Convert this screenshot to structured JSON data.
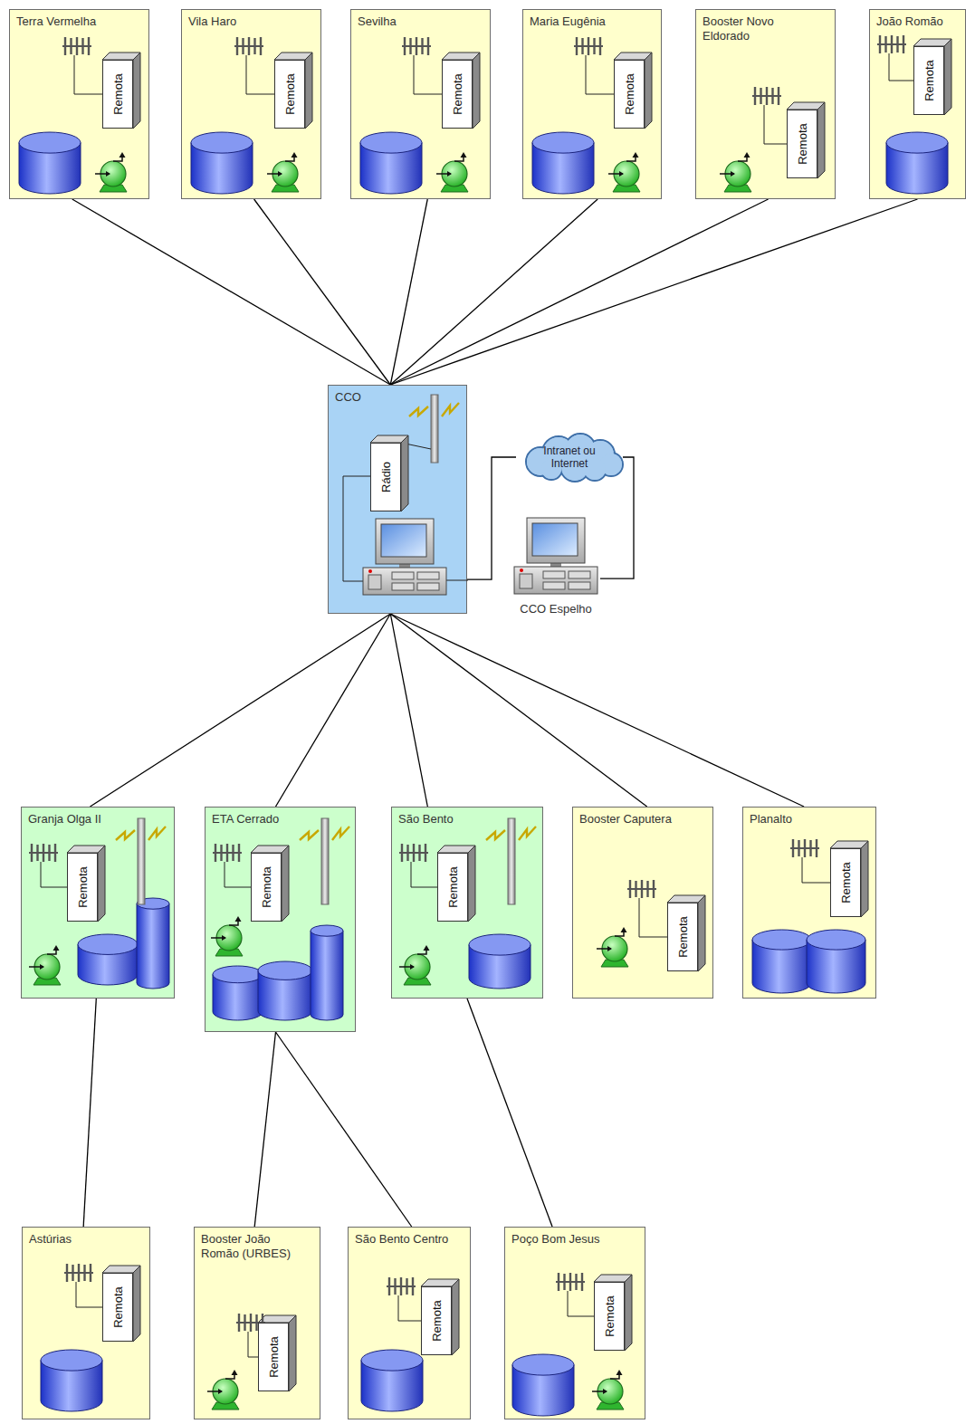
{
  "diagram": {
    "nodes": [
      {
        "text": [
          "Terra Vermelha"
        ]
      },
      {
        "text": [
          "Remota"
        ],
        "in": 0
      },
      {
        "text": [
          "Vila Haro"
        ]
      },
      {
        "text": [
          "Remota"
        ],
        "in": 2
      },
      {
        "text": [
          "Sevilha"
        ]
      },
      {
        "text": [
          "Remota"
        ],
        "in": 4
      },
      {
        "text": [
          "Maria Eugênia"
        ]
      },
      {
        "text": [
          "Remota"
        ],
        "in": 6
      },
      {
        "text": [
          "Booster Novo Eldorado"
        ]
      },
      {
        "text": [
          "Remota"
        ],
        "in": 8
      },
      {
        "text": [
          "João Romão"
        ]
      },
      {
        "text": [
          "Remota"
        ],
        "in": 10
      },
      {
        "text": [
          "CCO"
        ]
      },
      {
        "text": [
          "Rádio"
        ],
        "in": 12
      },
      {
        "text": [
          "Intranet ou Internet"
        ]
      },
      {
        "text": [
          "CCO Espelho"
        ]
      },
      {
        "text": [
          "Granja Olga II"
        ]
      },
      {
        "text": [
          "Remota"
        ],
        "in": 16
      },
      {
        "text": [
          "ETA Cerrado"
        ]
      },
      {
        "text": [
          "Remota"
        ],
        "in": 18
      },
      {
        "text": [
          "São Bento"
        ]
      },
      {
        "text": [
          "Remota"
        ],
        "in": 20
      },
      {
        "text": [
          "Booster Caputera"
        ]
      },
      {
        "text": [
          "Remota"
        ],
        "in": 22
      },
      {
        "text": [
          "Planalto"
        ]
      },
      {
        "text": [
          "Remota"
        ],
        "in": 24
      },
      {
        "text": [
          "Astúrias"
        ]
      },
      {
        "text": [
          "Remota"
        ],
        "in": 26
      },
      {
        "text": [
          "Booster João Romão (URBES)"
        ]
      },
      {
        "text": [
          "Remota"
        ],
        "in": 28
      },
      {
        "text": [
          "São Bento Centro"
        ]
      },
      {
        "text": [
          "Remota"
        ],
        "in": 30
      },
      {
        "text": [
          "Poço Bom Jesus"
        ]
      },
      {
        "text": [
          "Remota"
        ],
        "in": 32
      }
    ],
    "edges": [
      {
        "from": 0,
        "to": 12,
        "arrow": "none"
      },
      {
        "from": 2,
        "to": 12,
        "arrow": "none"
      },
      {
        "from": 4,
        "to": 12,
        "arrow": "none"
      },
      {
        "from": 6,
        "to": 12,
        "arrow": "none"
      },
      {
        "from": 8,
        "to": 12,
        "arrow": "none"
      },
      {
        "from": 10,
        "to": 12,
        "arrow": "none"
      },
      {
        "from": 12,
        "to": 14,
        "arrow": "none"
      },
      {
        "from": 14,
        "to": 15,
        "arrow": "none"
      },
      {
        "from": 12,
        "to": 16,
        "arrow": "none"
      },
      {
        "from": 12,
        "to": 18,
        "arrow": "none"
      },
      {
        "from": 12,
        "to": 20,
        "arrow": "none"
      },
      {
        "from": 12,
        "to": 22,
        "arrow": "none"
      },
      {
        "from": 12,
        "to": 24,
        "arrow": "none"
      },
      {
        "from": 16,
        "to": 26,
        "arrow": "none"
      },
      {
        "from": 18,
        "to": 28,
        "arrow": "none"
      },
      {
        "from": 18,
        "to": 30,
        "arrow": "none"
      },
      {
        "from": 20,
        "to": 32,
        "arrow": "none"
      }
    ]
  }
}
